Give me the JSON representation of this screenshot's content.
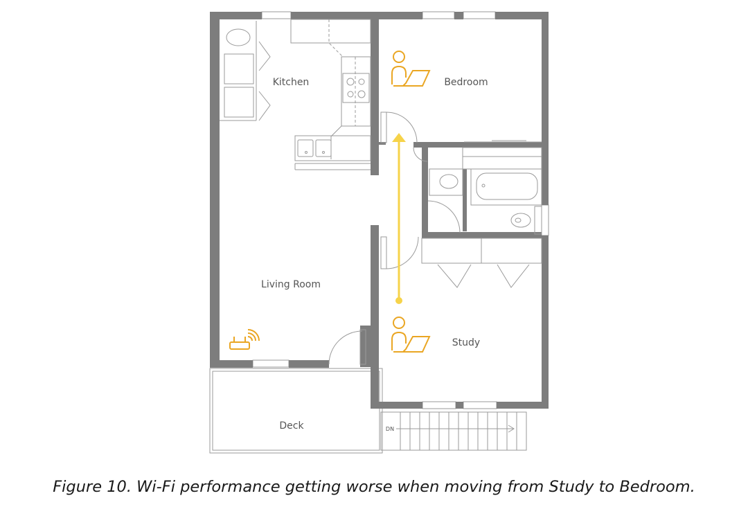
{
  "rooms": {
    "kitchen": "Kitchen",
    "bedroom": "Bedroom",
    "living_room": "Living Room",
    "study": "Study",
    "deck": "Deck"
  },
  "stairs_label": "DN",
  "caption": "Figure 10. Wi-Fi performance getting worse when moving from Study to Bedroom.",
  "colors": {
    "wall": "#7d7d7d",
    "line": "#9a9a9a",
    "accent_orange": "#eaa623",
    "arrow_yellow": "#f6d34a",
    "text": "#555555"
  },
  "icons": {
    "user_bedroom": "user-laptop-icon",
    "user_study": "user-laptop-icon",
    "router": "wifi-router-icon",
    "arrow": "movement-arrow"
  }
}
